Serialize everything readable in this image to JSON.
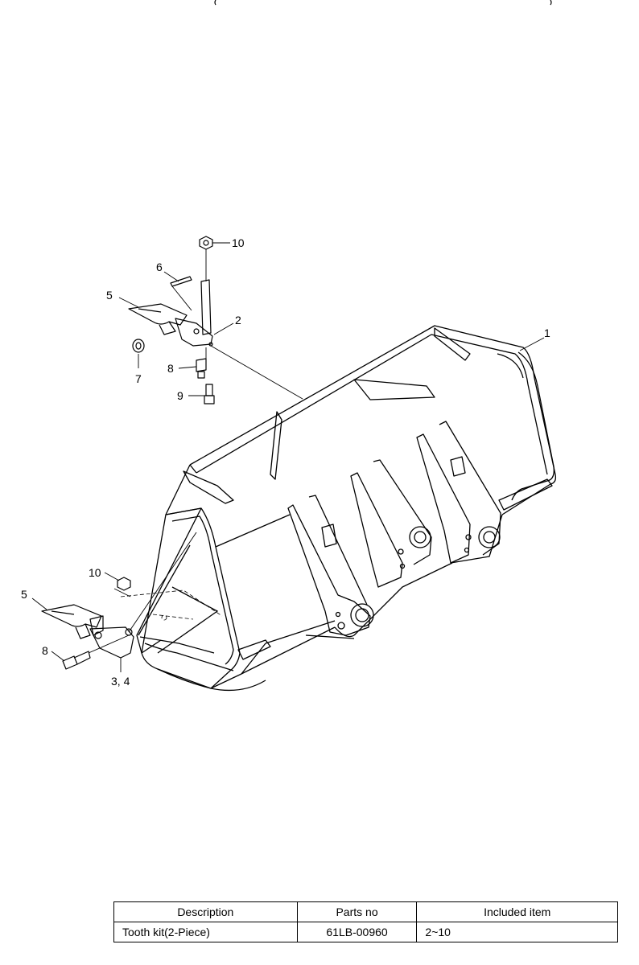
{
  "callouts": {
    "c1": "1",
    "c2": "2",
    "c34": "3, 4",
    "c5a": "5",
    "c5b": "5",
    "c6": "6",
    "c7": "7",
    "c8a": "8",
    "c8b": "8",
    "c9": "9",
    "c10a": "10",
    "c10b": "10"
  },
  "table": {
    "headers": {
      "description": "Description",
      "parts_no": "Parts no",
      "included_item": "Included item"
    },
    "rows": [
      {
        "description": "Tooth kit(2-Piece)",
        "parts_no": "61LB-00960",
        "included_item": "2~10"
      }
    ]
  }
}
